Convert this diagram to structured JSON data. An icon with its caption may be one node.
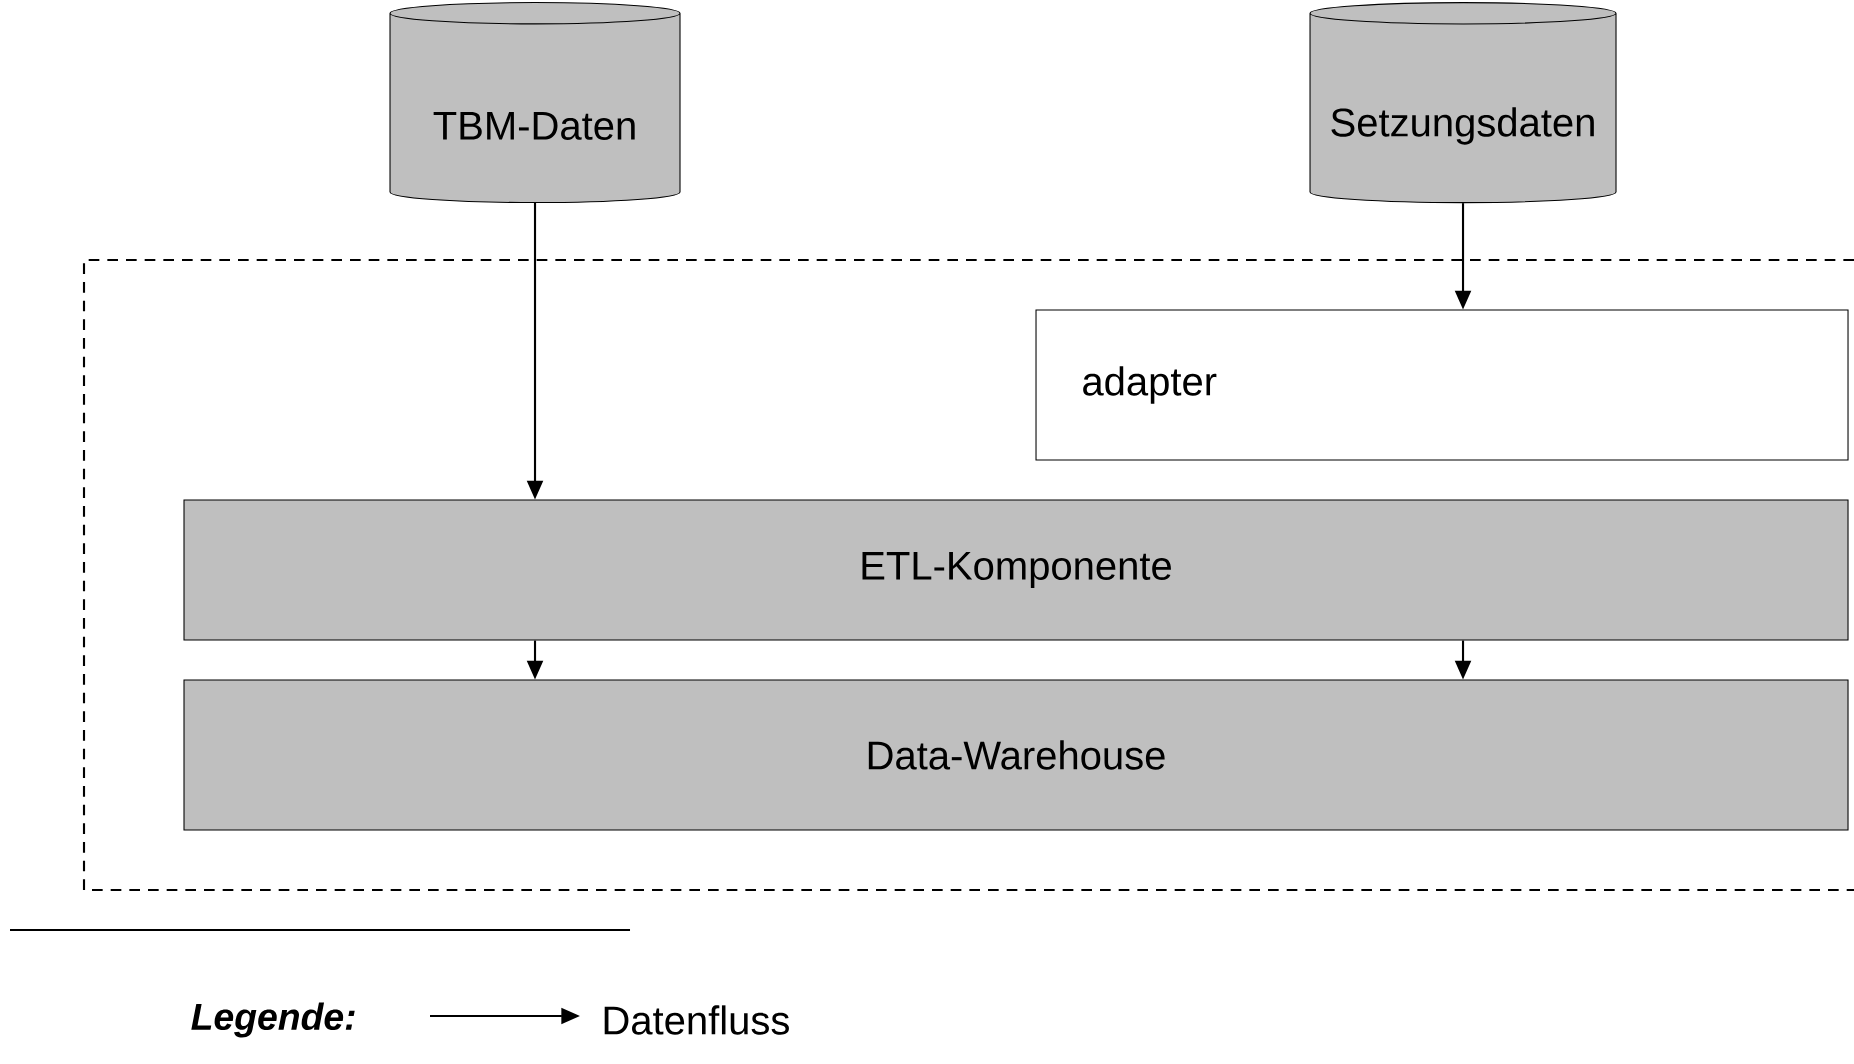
{
  "diagram": {
    "nodes": [
      {
        "text": [
          "TBM-Daten"
        ]
      },
      {
        "text": [
          "Setzungsdaten"
        ]
      },
      {
        "text": [],
        "shape": "box"
      },
      {
        "text": [
          "adapter"
        ],
        "in": 2
      },
      {
        "text": [
          "ETL-Komponente"
        ],
        "in": 2
      },
      {
        "text": [
          "Data-Warehouse"
        ],
        "in": 2
      }
    ],
    "edges": [
      {
        "from": 0,
        "to": 4,
        "arrow": "to"
      },
      {
        "from": 1,
        "to": 3,
        "arrow": "to"
      },
      {
        "from": 4,
        "to": 5,
        "arrow": "to"
      },
      {
        "from": 4,
        "to": 5,
        "arrow": "to"
      }
    ],
    "labels": [
      "Legende:"
    ],
    "legend": [
      {
        "text": "Datenfluss"
      }
    ]
  }
}
